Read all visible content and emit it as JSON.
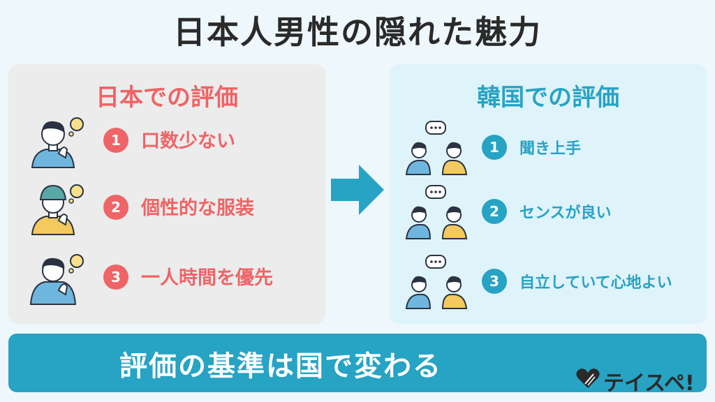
{
  "title": "日本人男性の隠れた魅力",
  "left_panel": {
    "heading": "日本での評価",
    "items": [
      {
        "num": "1",
        "text": "口数少ない",
        "icon": "thinking-man-icon"
      },
      {
        "num": "2",
        "text": "個性的な服装",
        "icon": "beanie-man-icon"
      },
      {
        "num": "3",
        "text": "一人時間を優先",
        "icon": "hoodie-man-icon"
      }
    ]
  },
  "right_panel": {
    "heading": "韓国での評価",
    "items": [
      {
        "num": "1",
        "text": "聞き上手",
        "icon": "conversation-icon"
      },
      {
        "num": "2",
        "text": "センスが良い",
        "icon": "conversation-icon"
      },
      {
        "num": "3",
        "text": "自立していて心地よい",
        "icon": "conversation-icon"
      }
    ]
  },
  "banner": {
    "text": "評価の基準は国で変わる"
  },
  "logo": {
    "text": "テイスペ!",
    "icon": "heart-logo-icon"
  },
  "colors": {
    "red": "#ef6466",
    "blue": "#27a3c4",
    "left_bg": "#ececec",
    "right_bg": "#dff3fa"
  }
}
